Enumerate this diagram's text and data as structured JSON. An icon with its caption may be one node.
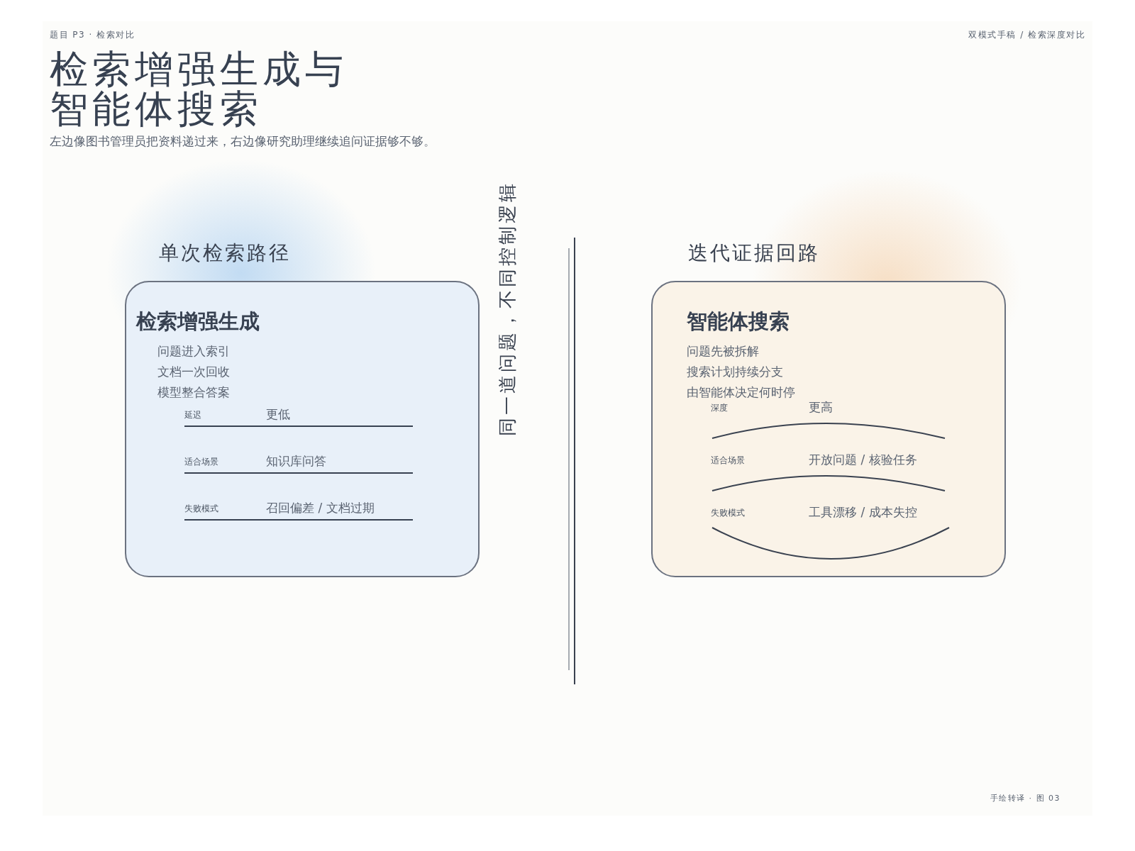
{
  "diagram": {
    "title": "检索增强生成与智能体搜索",
    "nodes": [
      {
        "text": [
          "单次检索路径",
          "检索增强生成",
          "问题进入索引",
          "文档一次回收",
          "模型整合答案"
        ]
      },
      {
        "text": [
          "延迟",
          "更低"
        ],
        "in": 0
      },
      {
        "text": [
          "适合场景",
          "知识库问答"
        ],
        "in": 0
      },
      {
        "text": [
          "失败模式",
          "召回偏差 / 文档过期"
        ],
        "in": 0
      },
      {
        "text": [
          "迭代证据回路",
          "智能体搜索",
          "问题先被拆解",
          "搜索计划持续分支",
          "由智能体决定何时停"
        ]
      },
      {
        "text": [
          "深度",
          "更高"
        ],
        "in": 4
      },
      {
        "text": [
          "适合场景",
          "开放问题 / 核验任务"
        ],
        "in": 4
      },
      {
        "text": [
          "失败模式",
          "工具漂移 / 成本失控"
        ],
        "in": 4
      }
    ],
    "labels": [
      "题目 P3 · 检索对比",
      "双模式手稿 / 检索深度对比",
      "左边像图书管理员把资料递过来，右边像研究助理继续追问证据够不够。",
      "同一道问题，不同控制逻辑",
      "手绘转译 · 图 03"
    ]
  }
}
